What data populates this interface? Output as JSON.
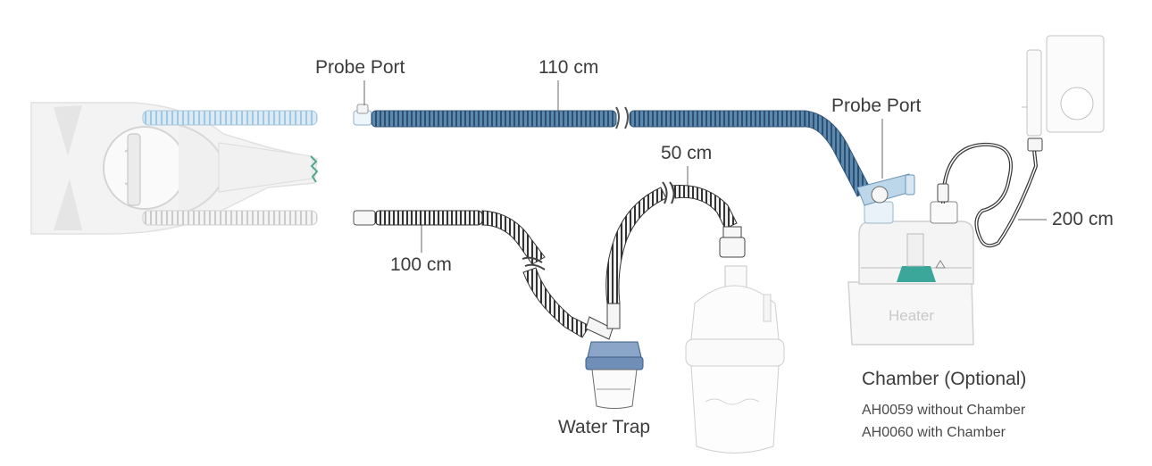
{
  "labels": {
    "probe_port_left": "Probe Port",
    "length_110": "110 cm",
    "probe_port_right": "Probe Port",
    "length_50": "50 cm",
    "length_200": "200 cm",
    "length_100": "100 cm",
    "water_trap": "Water Trap",
    "heater": "Heater",
    "chamber_title": "Chamber (Optional)",
    "chamber_option_1": "AH0059 without Chamber",
    "chamber_option_2": "AH0060 with Chamber"
  },
  "colors": {
    "tube_blue": "#4d7fa8",
    "tube_dark": "#3a3a3a",
    "light_blue": "#b8d7ec",
    "water_trap_blue": "#6f8fb8",
    "chamber_teal": "#3aa79a",
    "outline_gray": "#cfcfcf"
  }
}
